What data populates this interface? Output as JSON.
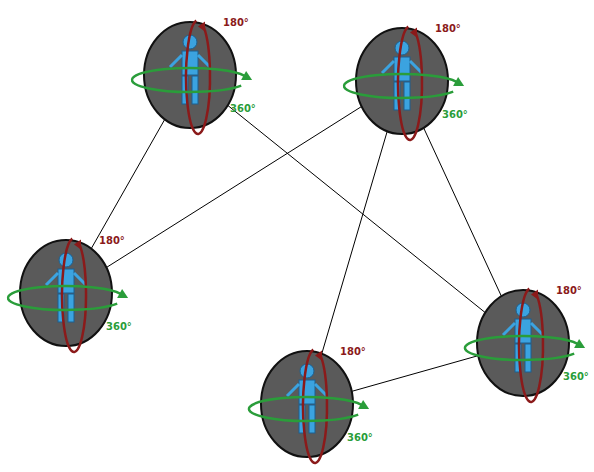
{
  "diagram": {
    "nodes": [
      {
        "text": [
          "180°",
          "360°"
        ]
      },
      {
        "text": [
          "180°",
          "360°"
        ]
      },
      {
        "text": [
          "180°",
          "360°"
        ]
      },
      {
        "text": [
          "180°",
          "360°"
        ]
      },
      {
        "text": [
          "180°",
          "360°"
        ]
      }
    ],
    "edges": [
      {
        "from": 0,
        "to": 2,
        "arrow": "none"
      },
      {
        "from": 0,
        "to": 3,
        "arrow": "none"
      },
      {
        "from": 1,
        "to": 2,
        "arrow": "none"
      },
      {
        "from": 1,
        "to": 4,
        "arrow": "none"
      },
      {
        "from": 1,
        "to": 3,
        "arrow": "none"
      },
      {
        "from": 4,
        "to": 3,
        "arrow": "none"
      }
    ]
  }
}
